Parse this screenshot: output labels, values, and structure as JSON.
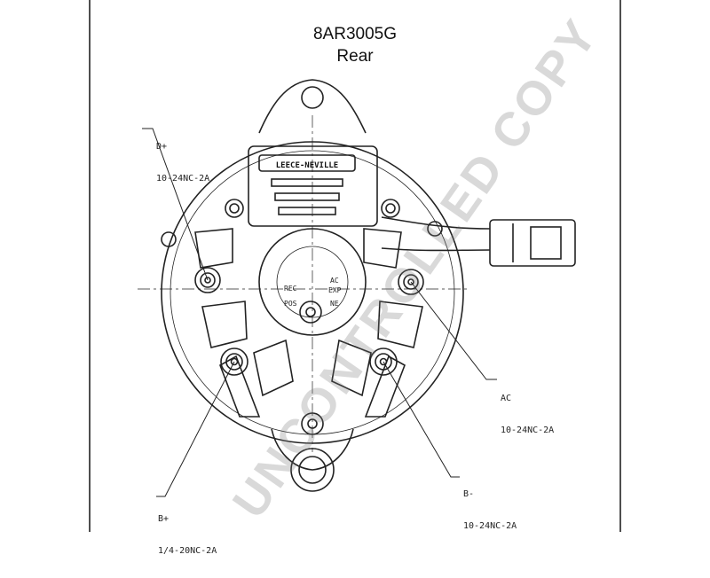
{
  "title": {
    "part_number": "8AR3005G",
    "view": "Rear"
  },
  "regulator": {
    "brand": "LEECE-NEVILLE"
  },
  "face_labels": {
    "rec": "REC",
    "ac": "AC",
    "exp": "EXP",
    "pos": "POS",
    "ne": "NE"
  },
  "callouts": {
    "d_plus": {
      "name": "D+",
      "thread": "10-24NC-2A"
    },
    "ac": {
      "name": "AC",
      "thread": "10-24NC-2A"
    },
    "b_minus": {
      "name": "B-",
      "thread": "10-24NC-2A"
    },
    "b_plus": {
      "name": "B+",
      "thread": "1/4-20NC-2A"
    }
  },
  "watermark": "UNCONTROLLED COPY",
  "colors": {
    "line": "#222222",
    "watermark": "#888888"
  }
}
